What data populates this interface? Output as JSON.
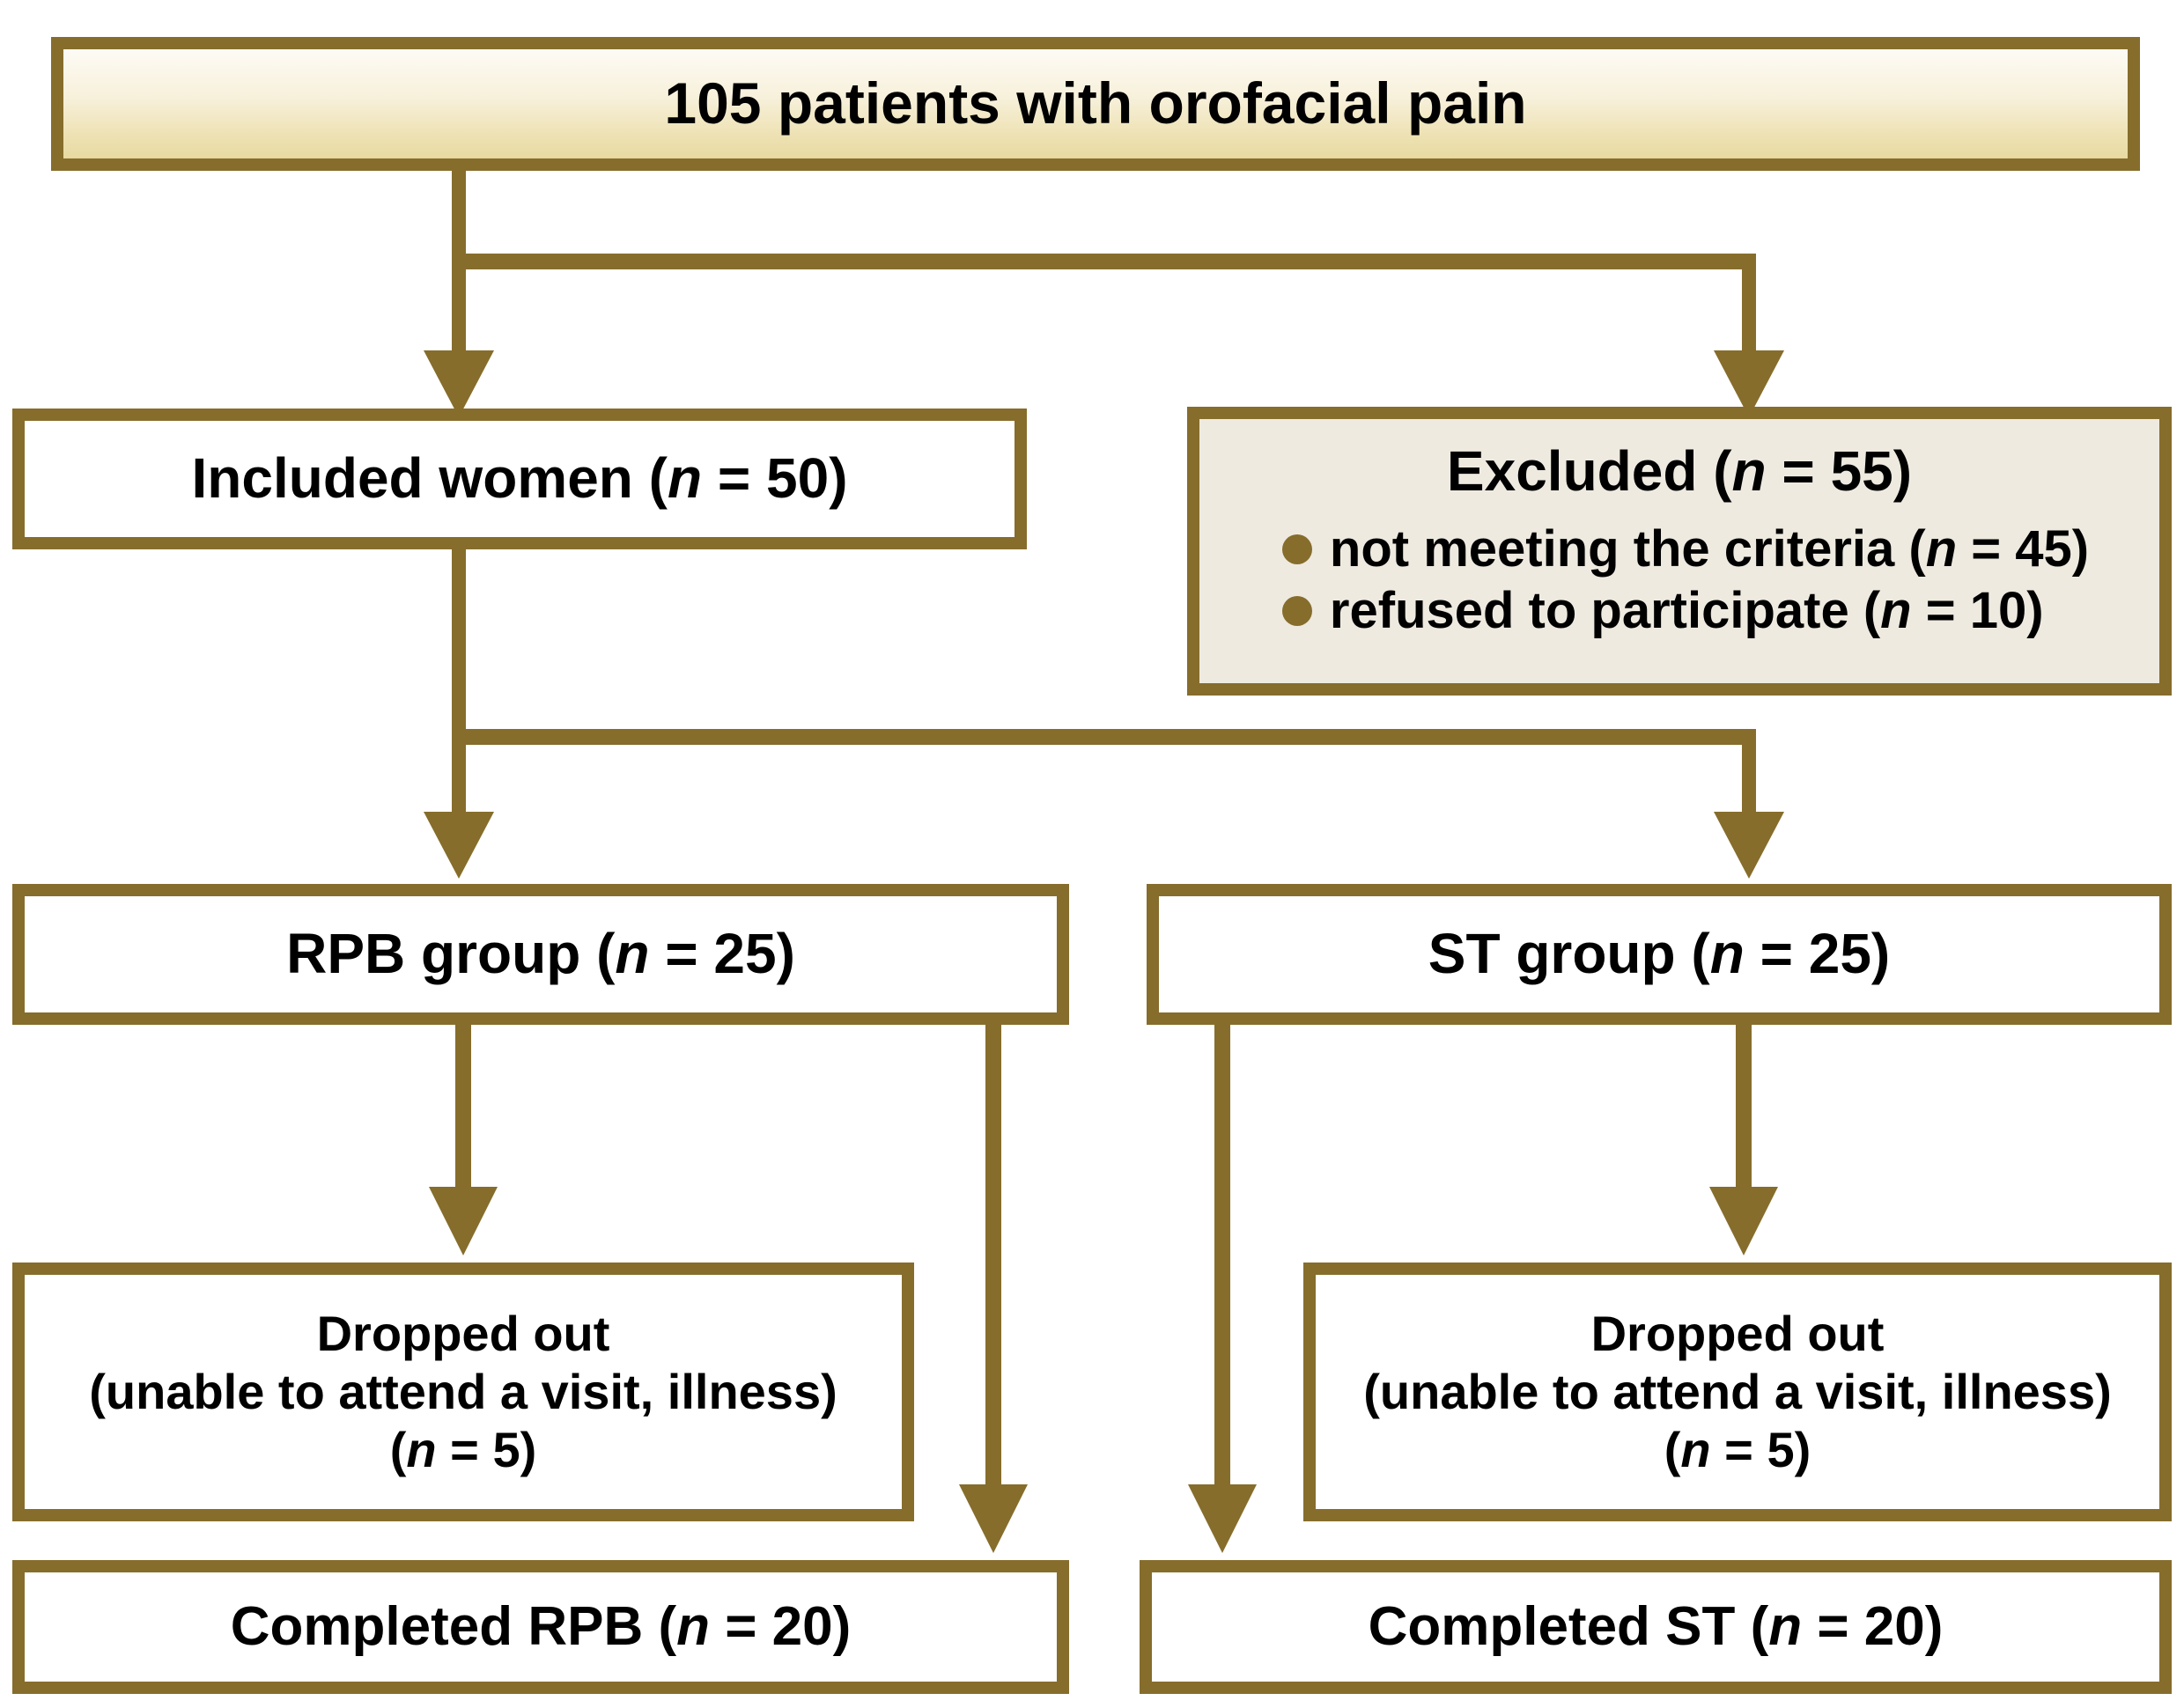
{
  "title": "Study flow diagram",
  "colors": {
    "stroke": "#866d2c",
    "excluded_fill": "#eeeae0",
    "top_fill_bottom": "#e7daa1",
    "box_fill": "#ffffff"
  },
  "nodes": {
    "top": {
      "label": "105 patients with orofacial pain"
    },
    "included": {
      "label_pre": "Included women (",
      "n_italic": "n",
      "label_post": " = 50)"
    },
    "excluded": {
      "title_pre": "Excluded (",
      "n_italic": "n",
      "title_post": " = 55)",
      "items": [
        {
          "text_pre": "not meeting the criteria (",
          "n_italic": "n",
          "text_post": " = 45)"
        },
        {
          "text_pre": "refused to participate (",
          "n_italic": "n",
          "text_post": " = 10)"
        }
      ]
    },
    "rpb_group": {
      "label_pre": "RPB group (",
      "n_italic": "n",
      "label_post": " = 25)"
    },
    "st_group": {
      "label_pre": "ST group (",
      "n_italic": "n",
      "label_post": " = 25)"
    },
    "dropped_rpb": {
      "line1": "Dropped out",
      "line2": "(unable to attend a visit, illness)",
      "line3_pre": "(",
      "n_italic": "n",
      "line3_post": " = 5)"
    },
    "dropped_st": {
      "line1": "Dropped out",
      "line2": "(unable to attend a visit, illness)",
      "line3_pre": "(",
      "n_italic": "n",
      "line3_post": " = 5)"
    },
    "completed_rpb": {
      "label_pre": "Completed RPB (",
      "n_italic": "n",
      "label_post": " = 20)"
    },
    "completed_st": {
      "label_pre": "Completed ST (",
      "n_italic": "n",
      "label_post": " = 20)"
    }
  },
  "chart_data": {
    "type": "diagram",
    "title": "CONSORT-style participant flow",
    "nodes": [
      {
        "id": "assessed",
        "label": "105 patients with orofacial pain",
        "n": 105
      },
      {
        "id": "included",
        "label": "Included women",
        "n": 50
      },
      {
        "id": "excluded",
        "label": "Excluded",
        "n": 55,
        "reasons": [
          {
            "label": "not meeting the criteria",
            "n": 45
          },
          {
            "label": "refused to participate",
            "n": 10
          }
        ]
      },
      {
        "id": "rpb_group",
        "label": "RPB group",
        "n": 25
      },
      {
        "id": "st_group",
        "label": "ST group",
        "n": 25
      },
      {
        "id": "dropped_rpb",
        "label": "Dropped out (unable to attend a visit, illness)",
        "n": 5
      },
      {
        "id": "dropped_st",
        "label": "Dropped out (unable to attend a visit, illness)",
        "n": 5
      },
      {
        "id": "completed_rpb",
        "label": "Completed RPB",
        "n": 20
      },
      {
        "id": "completed_st",
        "label": "Completed ST",
        "n": 20
      }
    ],
    "edges": [
      {
        "from": "assessed",
        "to": "included"
      },
      {
        "from": "assessed",
        "to": "excluded"
      },
      {
        "from": "included",
        "to": "rpb_group"
      },
      {
        "from": "included",
        "to": "st_group"
      },
      {
        "from": "rpb_group",
        "to": "dropped_rpb"
      },
      {
        "from": "rpb_group",
        "to": "completed_rpb"
      },
      {
        "from": "st_group",
        "to": "dropped_st"
      },
      {
        "from": "st_group",
        "to": "completed_st"
      }
    ]
  }
}
